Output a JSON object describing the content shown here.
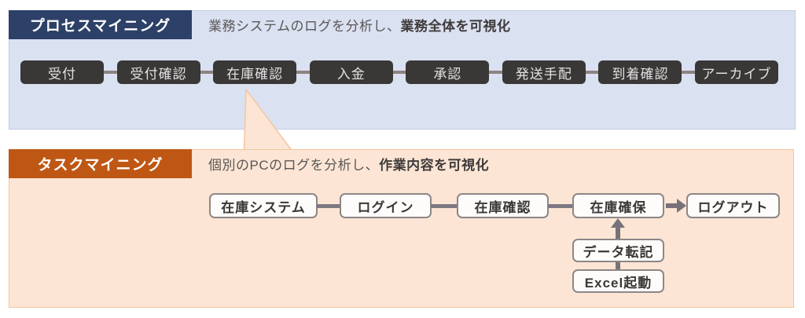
{
  "process": {
    "title": "プロセスマイニング",
    "description_regular": "業務システムのログを分析し、",
    "description_bold": "業務全体を可視化",
    "steps": [
      "受付",
      "受付確認",
      "在庫確認",
      "入金",
      "承認",
      "発送手配",
      "到着確認",
      "アーカイブ"
    ]
  },
  "task": {
    "title": "タスクマイニング",
    "description_regular": "個別のPCのログを分析し、",
    "description_bold": "作業内容を可視化",
    "steps": [
      "在庫システム",
      "ログイン",
      "在庫確認",
      "在庫確保",
      "ログアウト"
    ],
    "sub_steps": [
      "データ転記",
      "Excel起動"
    ]
  },
  "colors": {
    "process_panel_bg": "#dae1f1",
    "process_header_bg": "#2d4168",
    "process_step_bg": "#3a3737",
    "task_panel_bg": "#fce5d4",
    "task_header_bg": "#bf5714",
    "task_step_border": "#8c8787",
    "connector_gray": "#8a8484",
    "arrow_gray": "#787278",
    "callout_border": "#f2c6a2"
  }
}
